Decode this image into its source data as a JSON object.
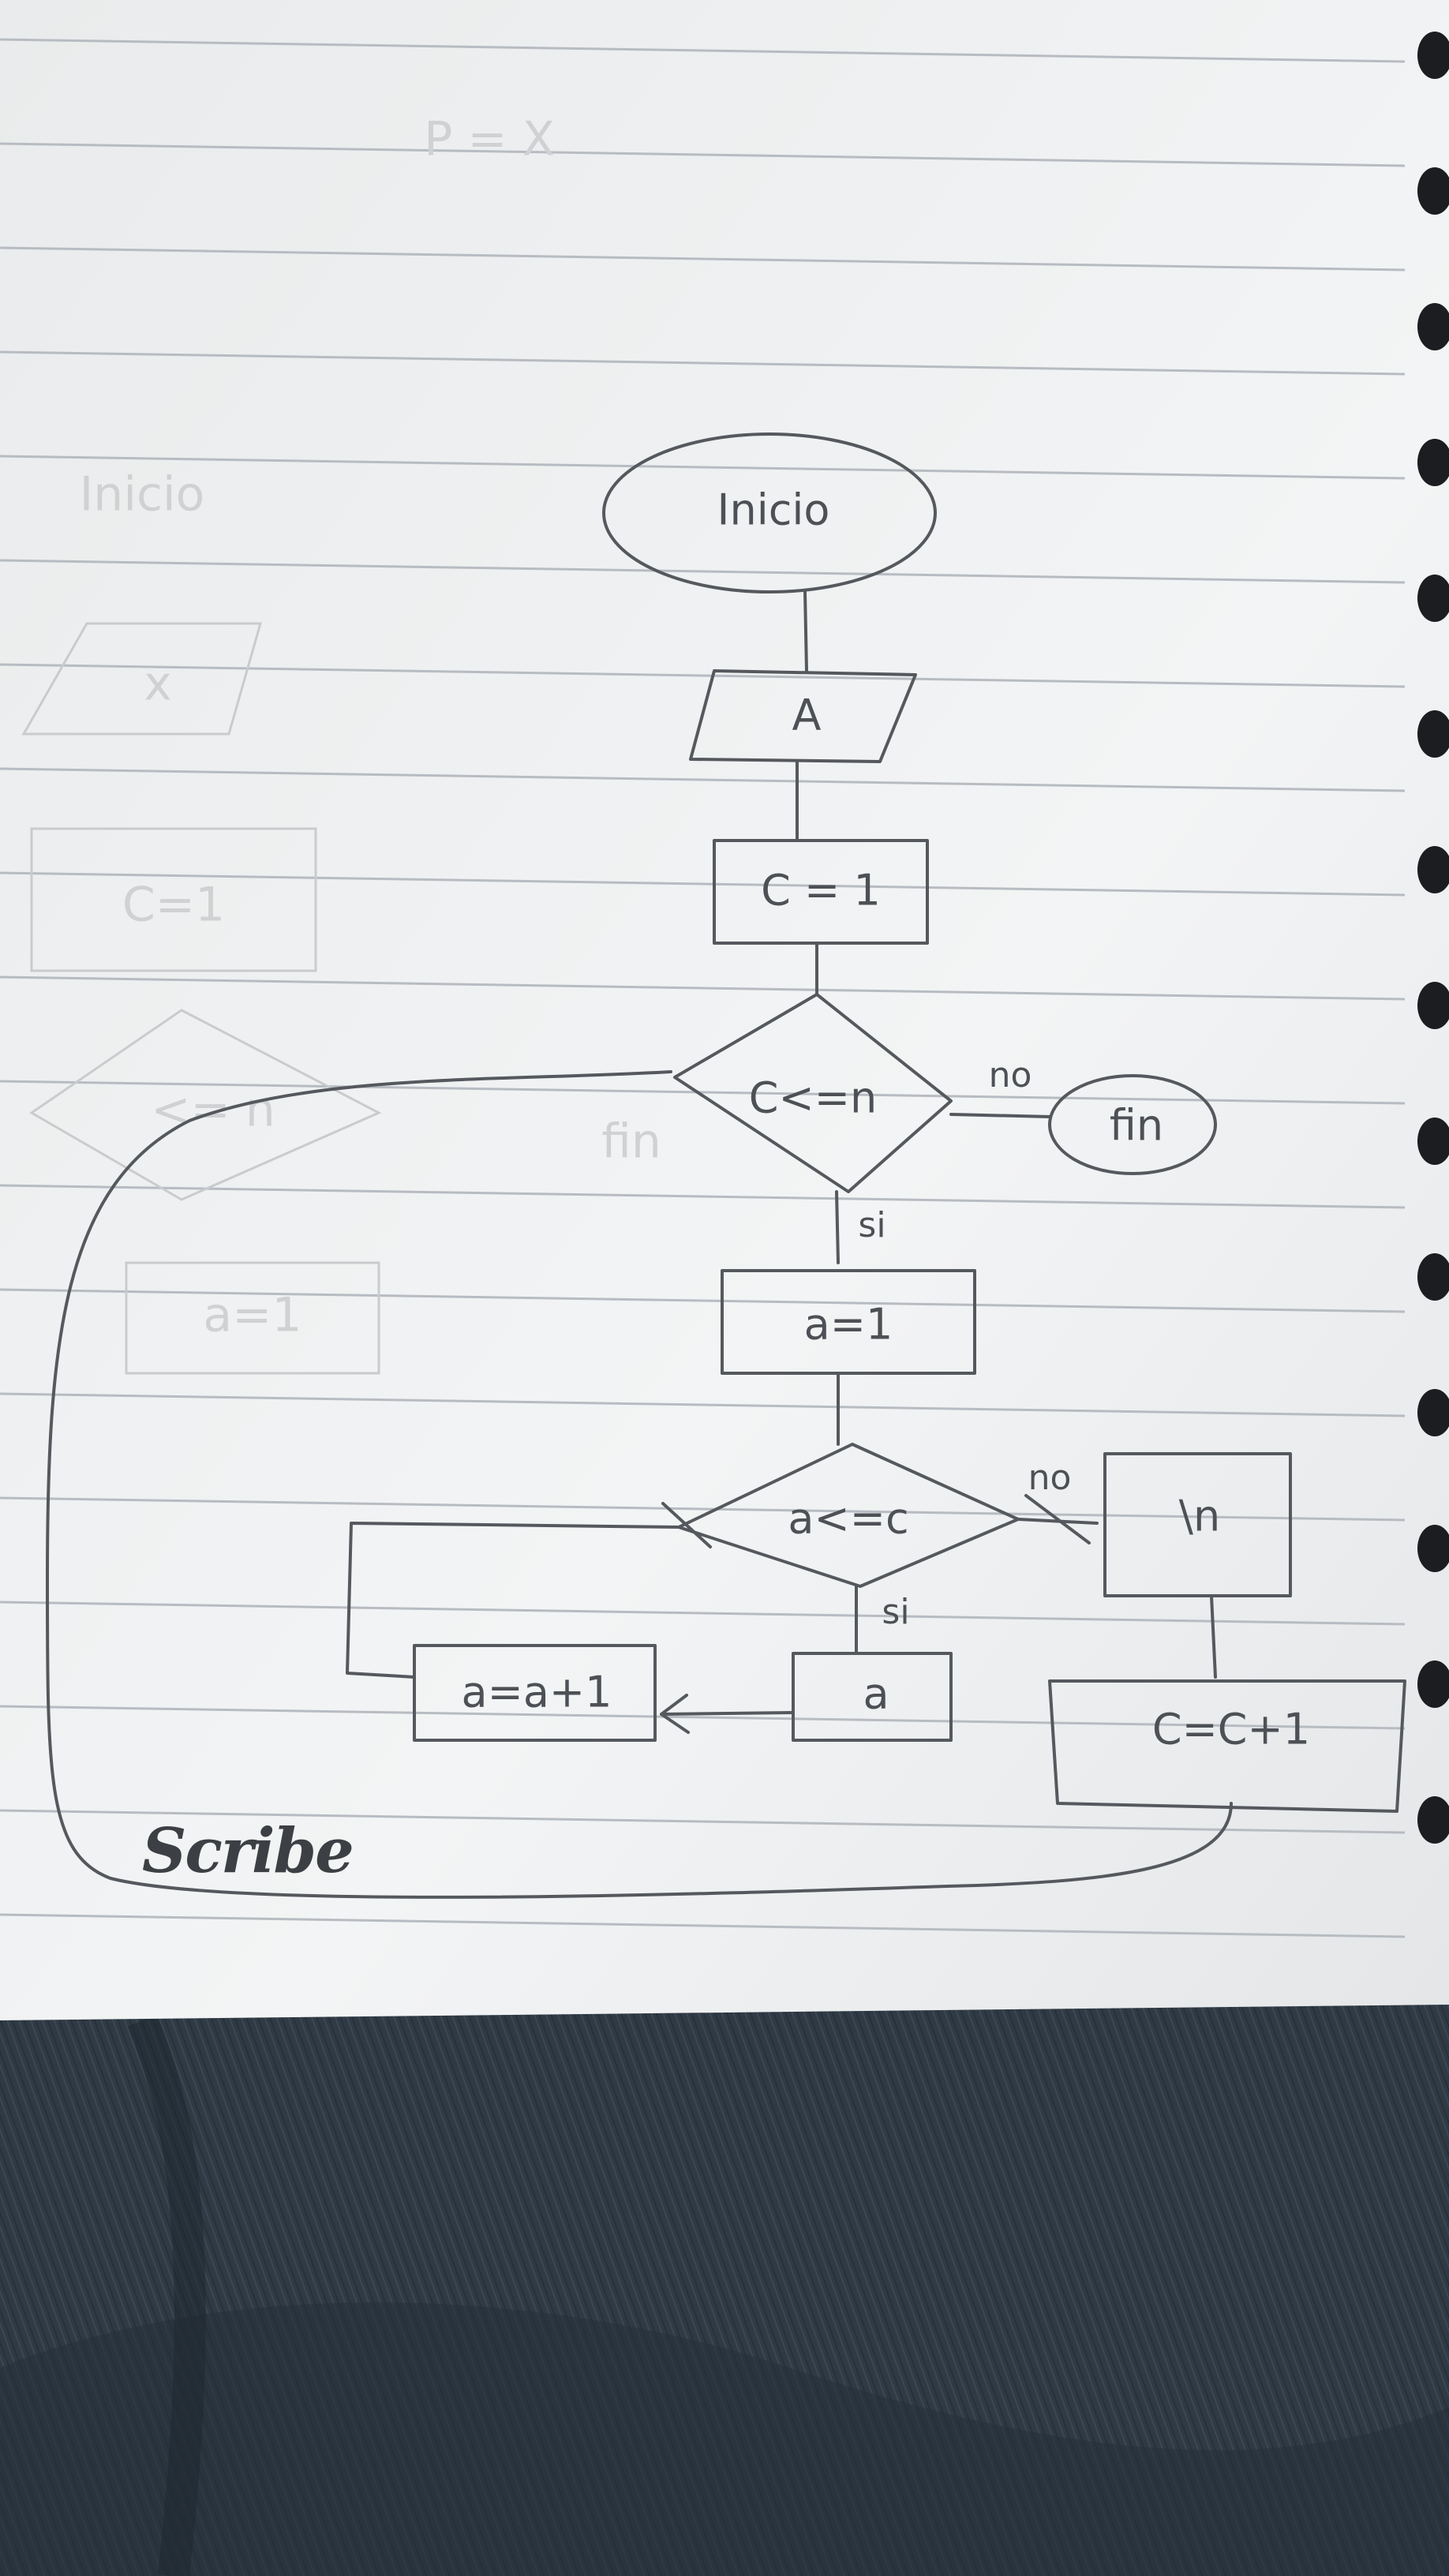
{
  "flowchart": {
    "start": "Inicio",
    "input": "A",
    "init_c": "C = 1",
    "cond_outer": "C<=n",
    "no_outer": "no",
    "end": "fin",
    "si_outer": "si",
    "init_a": "a=1",
    "cond_inner": "a<=c",
    "no_inner": "no",
    "newline": "\\n",
    "si_inner": "si",
    "output_a": "a",
    "increment_a": "a=a+1",
    "increment_c": "C=C+1"
  },
  "ghost": {
    "start": "Inicio",
    "input": "x",
    "init": "C=1",
    "cond": "<= n",
    "end": "fin",
    "assign": "a=1",
    "header": "P = X"
  },
  "notebook": {
    "brand": "Scribe"
  },
  "colors": {
    "paper": "#eef0f1",
    "rule_line": "#b7bcc2",
    "pencil": "#55595e",
    "fabric": "#2f3a44",
    "spiral": "#1b1d20"
  }
}
